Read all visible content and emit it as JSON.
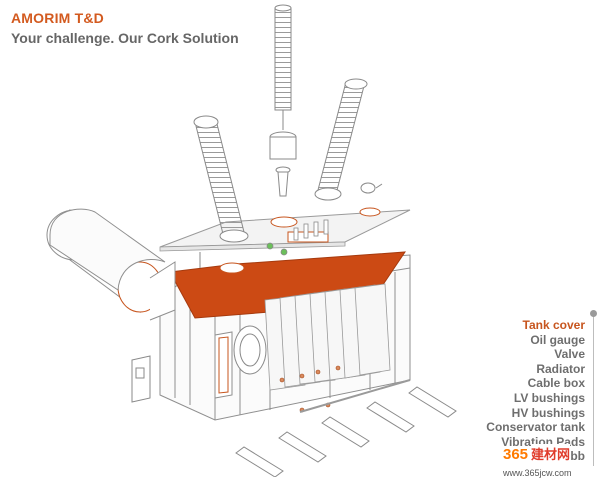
{
  "header": {
    "brand": "AMORIM T&D",
    "tagline": "Your challenge. Our Cork Solution"
  },
  "menu": {
    "items": [
      {
        "label": "Tank cover",
        "active": true
      },
      {
        "label": "Oil gauge",
        "active": false
      },
      {
        "label": "Valve",
        "active": false
      },
      {
        "label": "Radiator",
        "active": false
      },
      {
        "label": "Cable box",
        "active": false
      },
      {
        "label": "LV bushings",
        "active": false
      },
      {
        "label": "HV bushings",
        "active": false
      },
      {
        "label": "Conservator tank",
        "active": false
      },
      {
        "label": "Vibration Pads",
        "active": false
      },
      {
        "label": "Rubb",
        "active": false
      }
    ]
  },
  "watermark": {
    "number": "365",
    "chinese": "建材网",
    "url": "www.365jcw.com"
  },
  "colors": {
    "accent": "#d35a1f",
    "highlight": "#cc4a14",
    "text_gray": "#6e6e6e"
  }
}
